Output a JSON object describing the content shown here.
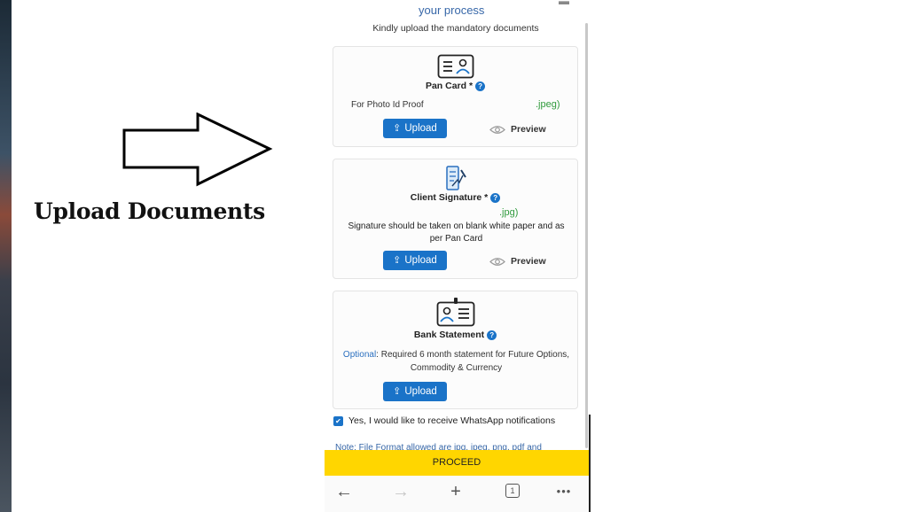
{
  "caption": "Upload Documents",
  "screen": {
    "title_partial": "your process",
    "intro": "Kindly upload the mandatory documents",
    "cards": {
      "pan": {
        "title": "Pan Card *",
        "hint": "For Photo Id Proof",
        "ext": ".jpeg)",
        "upload_label": "Upload",
        "preview_label": "Preview"
      },
      "signature": {
        "title": "Client Signature *",
        "ext": ".jpg)",
        "desc": "Signature should be taken on blank white paper and as per Pan Card",
        "upload_label": "Upload",
        "preview_label": "Preview"
      },
      "bank": {
        "title": "Bank Statement",
        "optional_label": "Optional",
        "desc": ": Required 6 month statement for Future Options, Commodity & Currency",
        "upload_label": "Upload"
      }
    },
    "consent": {
      "checked": true,
      "label": "Yes, I would like to receive WhatsApp notifications"
    },
    "note_partial": "Note: File Format allowed are jpg, jpeg, png, pdf and",
    "proceed_label": "PROCEED",
    "help_glyph": "?",
    "upload_glyph": "⇪",
    "browser_nav": {
      "back": "←",
      "forward": "→",
      "new_tab": "+",
      "tab_count": "1",
      "menu": "•••"
    }
  },
  "colors": {
    "accent": "#1a73c8",
    "proceed": "#ffd600",
    "ext_green": "#2f9a3c"
  }
}
